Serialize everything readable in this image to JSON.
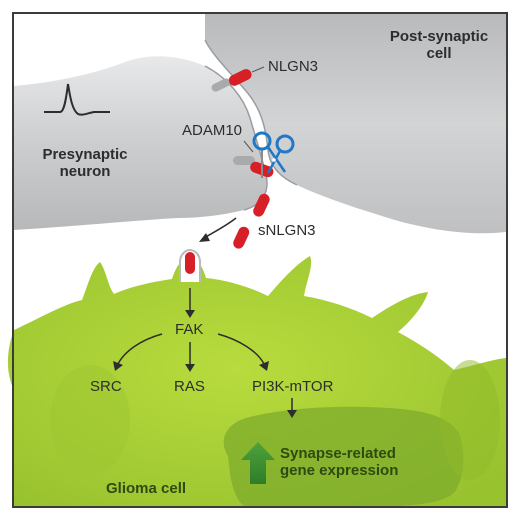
{
  "labels": {
    "post_synaptic_line1": "Post-synaptic",
    "post_synaptic_line2": "cell",
    "nlgn3": "NLGN3",
    "adam10": "ADAM10",
    "presynaptic_line1": "Presynaptic",
    "presynaptic_line2": "neuron",
    "snlgn3": "sNLGN3",
    "fak": "FAK",
    "src": "SRC",
    "ras": "RAS",
    "pi3k": "PI3K-mTOR",
    "synapse_line1": "Synapse-related",
    "synapse_line2": "gene expression",
    "glioma": "Glioma cell"
  },
  "colors": {
    "frame": "#3b3b3b",
    "neuron_gray": "#c9cacb",
    "neuron_light": "#e4e5e6",
    "glioma_green": "#a9cf38",
    "glioma_dark": "#8fba2a",
    "nucleus_green": "#7ea82a",
    "up_arrow_green": "#3f8f2f",
    "nlgn3_red": "#d61f26",
    "scissors_blue": "#1f78c8"
  },
  "icons": [
    "action-potential-icon",
    "scissors-icon",
    "up-arrow-icon"
  ]
}
